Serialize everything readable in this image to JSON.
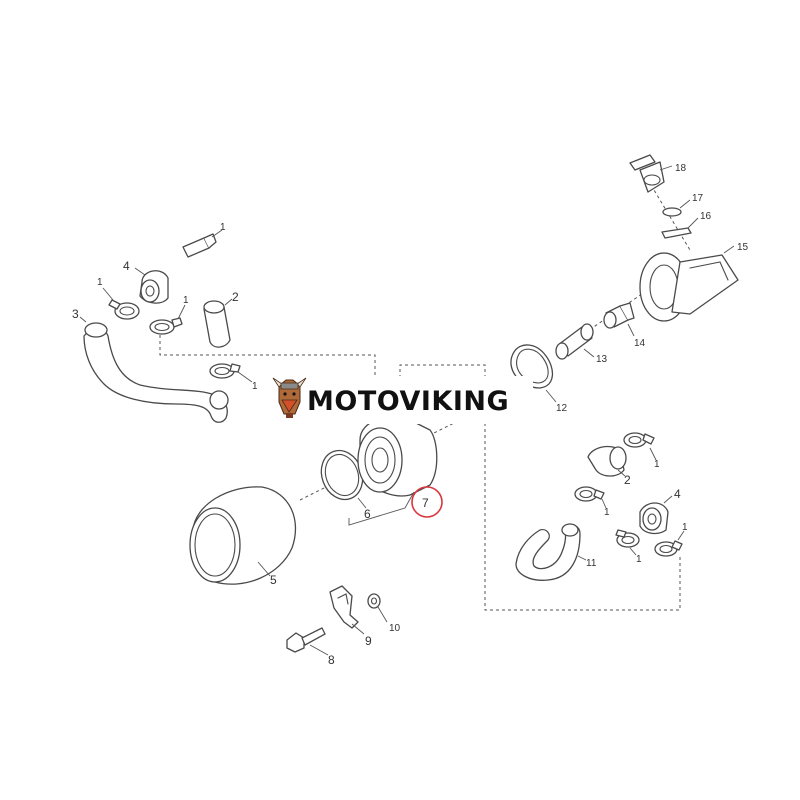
{
  "watermark": {
    "brand": "MOTOVIKING",
    "mascot_icon": "viking-mascot-icon"
  },
  "highlight_color": "#d9363e",
  "labels": {
    "p1a": "1",
    "p1b": "1",
    "p1c": "1",
    "p1d": "1",
    "p2": "2",
    "p3": "3",
    "p4": "4",
    "p5": "5",
    "p6": "6",
    "p7": "7",
    "p8": "8",
    "p9": "9",
    "p10": "10",
    "p11": "11",
    "p12": "12",
    "p13": "13",
    "p14": "14",
    "p15": "15",
    "p16": "16",
    "p17": "17",
    "p18": "18",
    "r1a": "1",
    "r1b": "1",
    "r1c": "1",
    "r1d": "1",
    "r2": "2",
    "r4": "4"
  }
}
